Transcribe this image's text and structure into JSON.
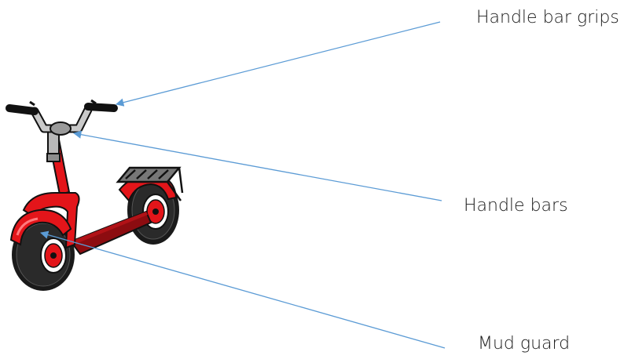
{
  "labels": {
    "grips": "Handle bar grips",
    "bars": "Handle bars",
    "mud_guard": "Mud guard"
  },
  "colors": {
    "pointer": "#5b9bd5",
    "body_red": "#e3151a",
    "dark_red": "#8c0c10",
    "grey": "#b8b8b8",
    "tire": "#1a1a1a"
  }
}
